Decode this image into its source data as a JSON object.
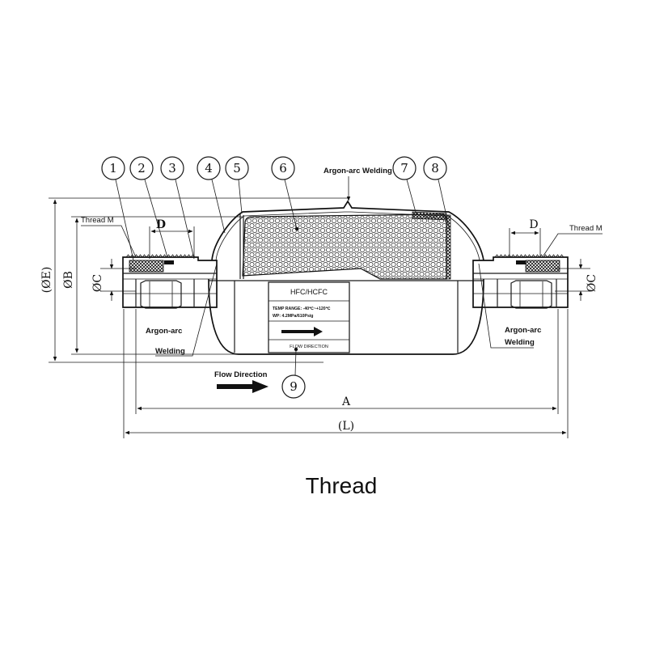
{
  "callouts": [
    "1",
    "2",
    "3",
    "4",
    "5",
    "6",
    "7",
    "8",
    "9"
  ],
  "labels": {
    "argon_top": "Argon-arc Welding",
    "thread_m_left": "Thread M",
    "thread_m_right": "Thread M",
    "d_left": "D",
    "d_right": "D",
    "dia_e": "(ØE)",
    "dia_b": "ØB",
    "dia_c_left": "ØC",
    "dia_c_right": "ØC",
    "argon_left_1": "Argon-arc",
    "argon_left_2": "Welding",
    "argon_right_1": "Argon-arc",
    "argon_right_2": "Welding",
    "flow_direction": "Flow Direction",
    "dim_a": "A",
    "dim_l": "(L)"
  },
  "nameplate": {
    "refrigerant": "HFC/HCFC",
    "temp_range": "TEMP RANGE: -40℃~+120℃",
    "wp": "WP: 4.2MPa/610Psig",
    "flow": "FLOW DIRECTION"
  },
  "figure": {
    "caption": "Thread"
  }
}
